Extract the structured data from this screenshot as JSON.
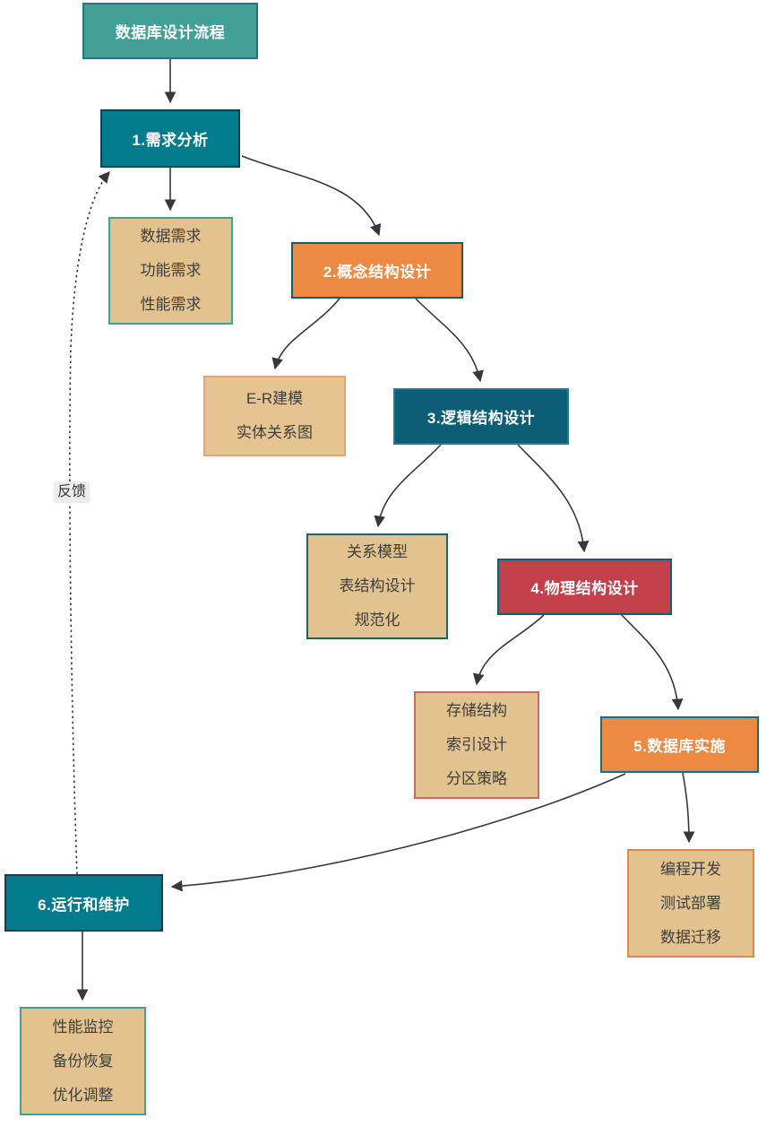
{
  "palette": {
    "header_teal_fill": "#43A097",
    "step_teal_fill": "#027C8D",
    "step_dark_blue_fill": "#0B5E75",
    "step_orange_fill": "#EC8A44",
    "step_red_fill": "#C1404A",
    "detail_tan_fill": "#E2C28F",
    "edge_color": "#383838",
    "step_text_color": "#FFFFFF",
    "detail_text_color": "#3E3E3E"
  },
  "nodes": {
    "title": {
      "label": "数据库设计流程"
    },
    "step1": {
      "label": "1.需求分析"
    },
    "step1_details": {
      "lines": [
        "数据需求",
        "功能需求",
        "性能需求"
      ]
    },
    "step2": {
      "label": "2.概念结构设计"
    },
    "step2_details": {
      "lines": [
        "E-R建模",
        "实体关系图"
      ]
    },
    "step3": {
      "label": "3.逻辑结构设计"
    },
    "step3_details": {
      "lines": [
        "关系模型",
        "表结构设计",
        "规范化"
      ]
    },
    "step4": {
      "label": "4.物理结构设计"
    },
    "step4_details": {
      "lines": [
        "存储结构",
        "索引设计",
        "分区策略"
      ]
    },
    "step5": {
      "label": "5.数据库实施"
    },
    "step5_details": {
      "lines": [
        "编程开发",
        "测试部署",
        "数据迁移"
      ]
    },
    "step6": {
      "label": "6.运行和维护"
    },
    "step6_details": {
      "lines": [
        "性能监控",
        "备份恢复",
        "优化调整"
      ]
    },
    "feedback": {
      "label": "反馈"
    }
  }
}
